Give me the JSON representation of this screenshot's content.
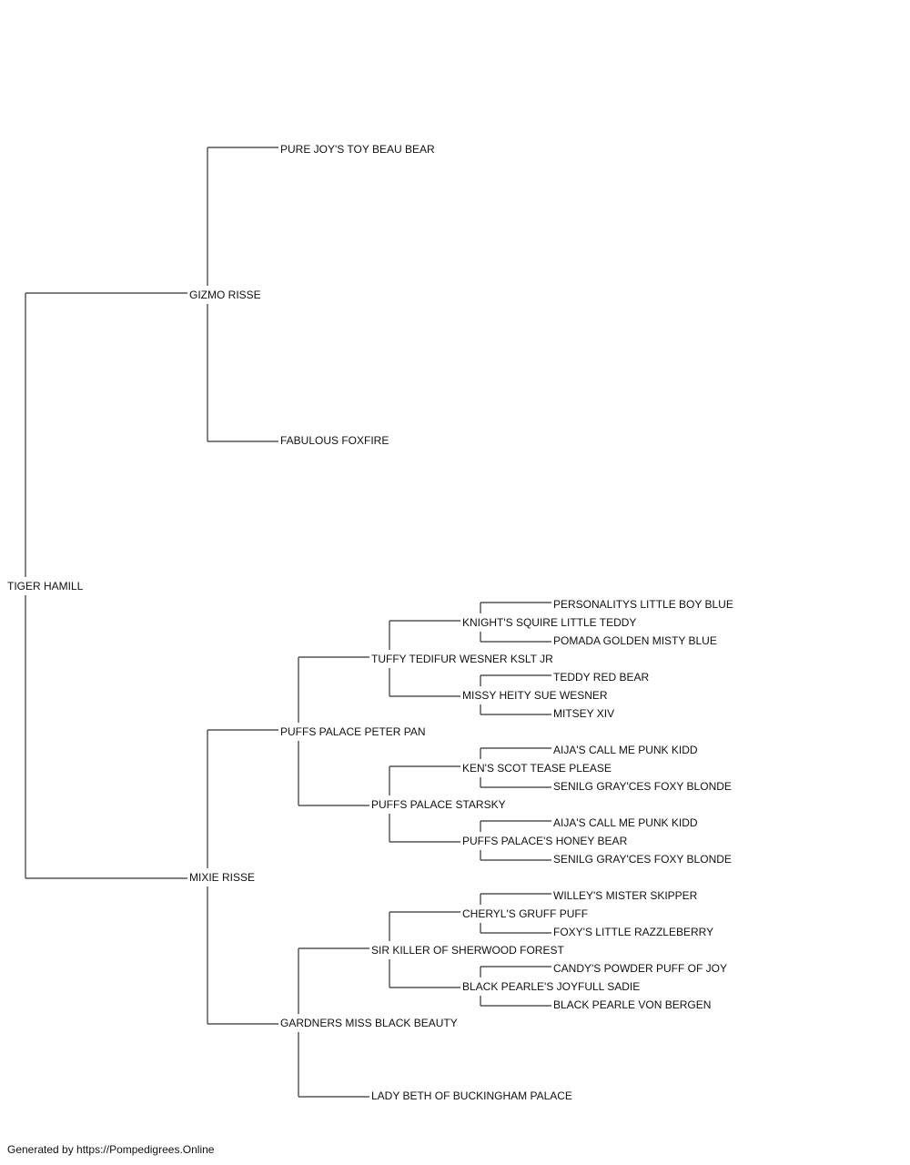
{
  "pedigree": {
    "name": "TIGER HAMILL",
    "sire": {
      "name": "GIZMO RISSE",
      "sire": {
        "name": "PURE JOY'S TOY BEAU BEAR"
      },
      "dam": {
        "name": "FABULOUS FOXFIRE"
      }
    },
    "dam": {
      "name": "MIXIE RISSE",
      "sire": {
        "name": "PUFFS PALACE PETER PAN",
        "sire": {
          "name": "TUFFY TEDIFUR WESNER KSLT JR",
          "sire": {
            "name": "KNIGHT'S SQUIRE LITTLE TEDDY",
            "sire": {
              "name": "PERSONALITYS LITTLE BOY BLUE"
            },
            "dam": {
              "name": "POMADA GOLDEN MISTY BLUE"
            }
          },
          "dam": {
            "name": "MISSY HEITY SUE WESNER",
            "sire": {
              "name": "TEDDY RED BEAR"
            },
            "dam": {
              "name": "MITSEY XIV"
            }
          }
        },
        "dam": {
          "name": "PUFFS PALACE STARSKY",
          "sire": {
            "name": "KEN'S SCOT TEASE PLEASE",
            "sire": {
              "name": "AIJA'S CALL ME PUNK KIDD"
            },
            "dam": {
              "name": "SENILG GRAY'CES FOXY BLONDE"
            }
          },
          "dam": {
            "name": "PUFFS PALACE'S HONEY BEAR",
            "sire": {
              "name": "AIJA'S CALL ME PUNK KIDD"
            },
            "dam": {
              "name": "SENILG GRAY'CES FOXY BLONDE"
            }
          }
        }
      },
      "dam": {
        "name": "GARDNERS MISS BLACK BEAUTY",
        "sire": {
          "name": "SIR KILLER OF SHERWOOD FOREST",
          "sire": {
            "name": "CHERYL'S GRUFF PUFF",
            "sire": {
              "name": "WILLEY'S MISTER SKIPPER"
            },
            "dam": {
              "name": "FOXY'S LITTLE RAZZLEBERRY"
            }
          },
          "dam": {
            "name": "BLACK PEARLE'S JOYFULL SADIE",
            "sire": {
              "name": "CANDY'S POWDER PUFF OF JOY"
            },
            "dam": {
              "name": "BLACK PEARLE VON BERGEN"
            }
          }
        },
        "dam": {
          "name": "LADY BETH OF BUCKINGHAM PALACE"
        }
      }
    }
  },
  "footer": "Generated by https://Pompedigrees.Online"
}
